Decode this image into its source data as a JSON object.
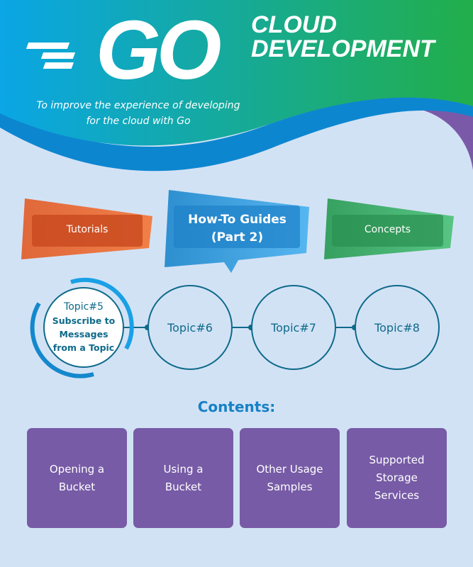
{
  "header": {
    "logo": "GO",
    "title_line1": "CLOUD",
    "title_line2": "DEVELOPMENT",
    "subtitle": "To improve the experience of developing for the cloud with Go"
  },
  "tabs": [
    {
      "label": "Tutorials",
      "color": "#e8622a"
    },
    {
      "label": "How-To Guides (Part 2)",
      "color": "#2a9ee0",
      "active": true
    },
    {
      "label": "Concepts",
      "color": "#3cbf6a"
    }
  ],
  "topics": [
    {
      "label": "Topic#5",
      "detail": "Subscribe to Messages from a Topic",
      "active": true
    },
    {
      "label": "Topic#6"
    },
    {
      "label": "Topic#7"
    },
    {
      "label": "Topic#8"
    }
  ],
  "contents": {
    "title": "Contents:",
    "items": [
      "Opening a Bucket",
      "Using a Bucket",
      "Other Usage Samples",
      "Supported Storage Services"
    ]
  }
}
